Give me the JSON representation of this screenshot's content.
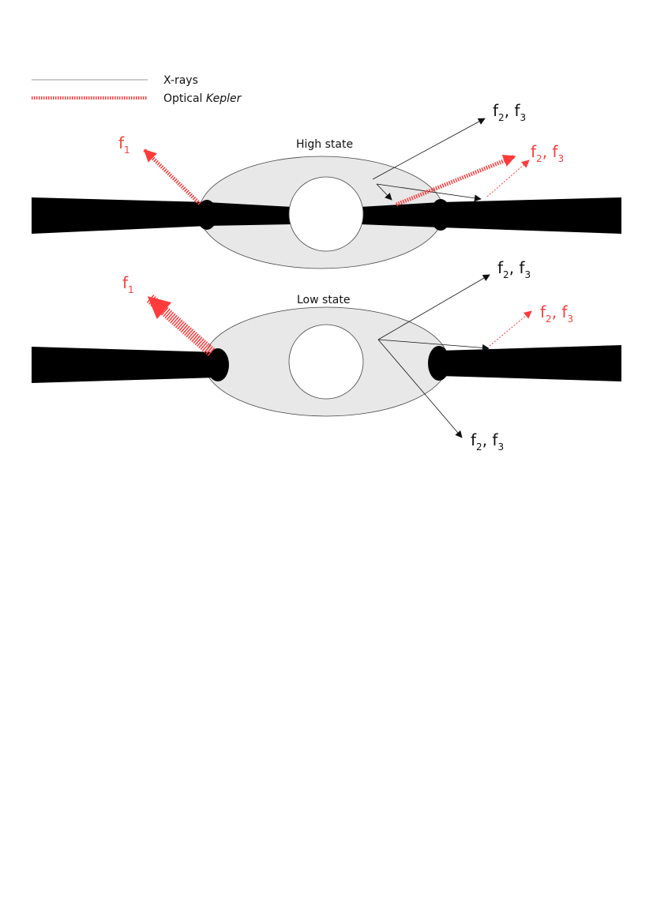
{
  "legend": {
    "xrays": {
      "label": "X-rays",
      "color": "#999999"
    },
    "optical": {
      "label_prefix": "Optical ",
      "label_italic": "Kepler",
      "color": "#ff3b3b"
    }
  },
  "colors": {
    "xray_arrow": "#111111",
    "optical_arrow": "#ff3b3b",
    "corona_fill": "#e8e8e8",
    "disk": "#000000"
  },
  "labels": {
    "f": "f",
    "sub_1": "1",
    "sub_2": "2",
    "sub_3": "3",
    "comma": ", "
  },
  "high_state": {
    "title": "High state"
  },
  "low_state": {
    "title": "Low state"
  }
}
